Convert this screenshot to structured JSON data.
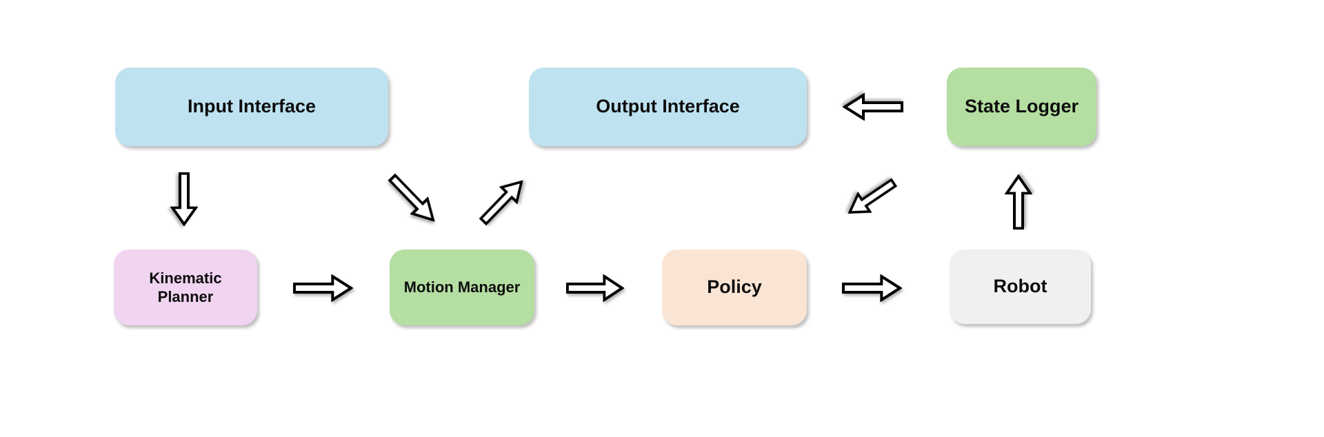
{
  "diagram": {
    "background_color": "#ffffff",
    "text_color": "#0d0d0d",
    "arrow_fill": "#ffffff",
    "arrow_stroke": "#000000",
    "nodes": [
      {
        "id": "input-interface",
        "label": "Input Interface",
        "color": "#bfe2f1",
        "row": "top"
      },
      {
        "id": "output-interface",
        "label": "Output Interface",
        "color": "#bfe2f1",
        "row": "top"
      },
      {
        "id": "state-logger",
        "label": "State Logger",
        "color": "#b4dea2",
        "row": "top"
      },
      {
        "id": "kinematic-planner",
        "label": "Kinematic Planner",
        "color": "#f0d4f0",
        "row": "bottom"
      },
      {
        "id": "motion-manager",
        "label": "Motion Manager",
        "color": "#b4dea2",
        "row": "bottom"
      },
      {
        "id": "policy",
        "label": "Policy",
        "color": "#fae5d5",
        "row": "bottom"
      },
      {
        "id": "robot",
        "label": "Robot",
        "color": "#f0f0f0",
        "row": "bottom"
      }
    ],
    "edges": [
      {
        "from": "Input Interface",
        "to": "Kinematic Planner",
        "direction": "down"
      },
      {
        "from": "Input Interface",
        "to": "Motion Manager",
        "direction": "down-right"
      },
      {
        "from": "Kinematic Planner",
        "to": "Motion Manager",
        "direction": "right"
      },
      {
        "from": "Motion Manager",
        "to": "Output Interface",
        "direction": "up-right"
      },
      {
        "from": "Motion Manager",
        "to": "Policy",
        "direction": "right"
      },
      {
        "from": "Policy",
        "to": "Robot",
        "direction": "right"
      },
      {
        "from": "Robot",
        "to": "State Logger",
        "direction": "up"
      },
      {
        "from": "State Logger",
        "to": "Output Interface",
        "direction": "left"
      },
      {
        "from": "State Logger",
        "to": "Policy",
        "direction": "down-left"
      }
    ]
  }
}
